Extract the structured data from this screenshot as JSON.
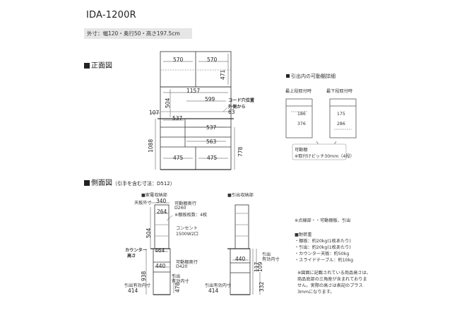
{
  "header": {
    "model": "IDA-1200R",
    "spec": "外寸：幅120・奥行50・高さ197.5cm"
  },
  "front_view": {
    "heading": "正面図",
    "dims": {
      "top_left": "570",
      "top_right": "570",
      "upper_height": "471",
      "inner_width": "1157",
      "mid_height": "504",
      "shelf_width": "599",
      "side_107": "107",
      "drawer_537_left": "537",
      "drawer_537_right": "537",
      "drawer_563": "563",
      "total_height": "1088",
      "lower_height": "778",
      "bottom_left": "475",
      "bottom_right": "475",
      "outlet_offset": "63"
    },
    "notes": {
      "cord_hole": "コード穴位置",
      "from_outside": "外側から"
    }
  },
  "shelf_detail": {
    "heading": "引出内の可動棚詳細",
    "upper_label": "最上段取付時",
    "lower_label": "最下段取付時",
    "upper_h1": "186",
    "upper_h2": "376",
    "lower_h1": "175",
    "lower_h2": "286",
    "note_line1": "可動棚",
    "note_line2": "※取付けピッチ30mm（4段）"
  },
  "side_view": {
    "heading": "側面図",
    "heading_sub": "（引手を含む寸法：D512）",
    "appliance": {
      "label": "家電収納部",
      "top_outer_label": "天板外寸",
      "top_width": "340",
      "shelf_depth_label": "可動棚奥行",
      "shelf_depth_value": "D260",
      "shelf_count_note": "※棚板枚数：4枚",
      "inner_264": "264",
      "height_504": "504",
      "outlet_label": "コンセント",
      "outlet_power": "1500W2口",
      "counter_label_1": "カウンター",
      "counter_label_2": "高さ",
      "depth_464": "464",
      "slide_depth_label": "可動棚奥行",
      "slide_depth_value": "D420",
      "depth_440": "440",
      "drawer_label_1": "引出",
      "drawer_label_2": "有効内寸",
      "height_938": "938",
      "height_478": "478",
      "drawer_depth_label": "引出有効内寸",
      "drawer_depth_value": "414"
    },
    "drawer": {
      "label": "引出収納部",
      "depth_440": "440",
      "inner_label_1": "引出",
      "inner_label_2": "有効内寸",
      "h_117": "117",
      "h_109": "109",
      "h_332": "332",
      "drawer_depth_label": "引出有効内寸",
      "drawer_depth_value": "414"
    }
  },
  "legend": {
    "dotted_note": "※点線部・・可動棚板、引出",
    "load_heading": "耐荷重",
    "loads": [
      "・棚板：約20kg(1枚あたり)",
      "・引出：約20kg(1枚あたり)",
      "・カウンター天板：約50kg",
      "・スライドテーブル：約10kg"
    ],
    "disclaimer": [
      "※図面に記載されている商品高さは、",
      "商品底部の三角座が含まれておりま",
      "せん。実際の高さは表記のプラス",
      "3mmになります。"
    ]
  },
  "colors": {
    "line": "#333333",
    "light": "#bdbdbd",
    "spec_bg": "#e6e6e6"
  }
}
